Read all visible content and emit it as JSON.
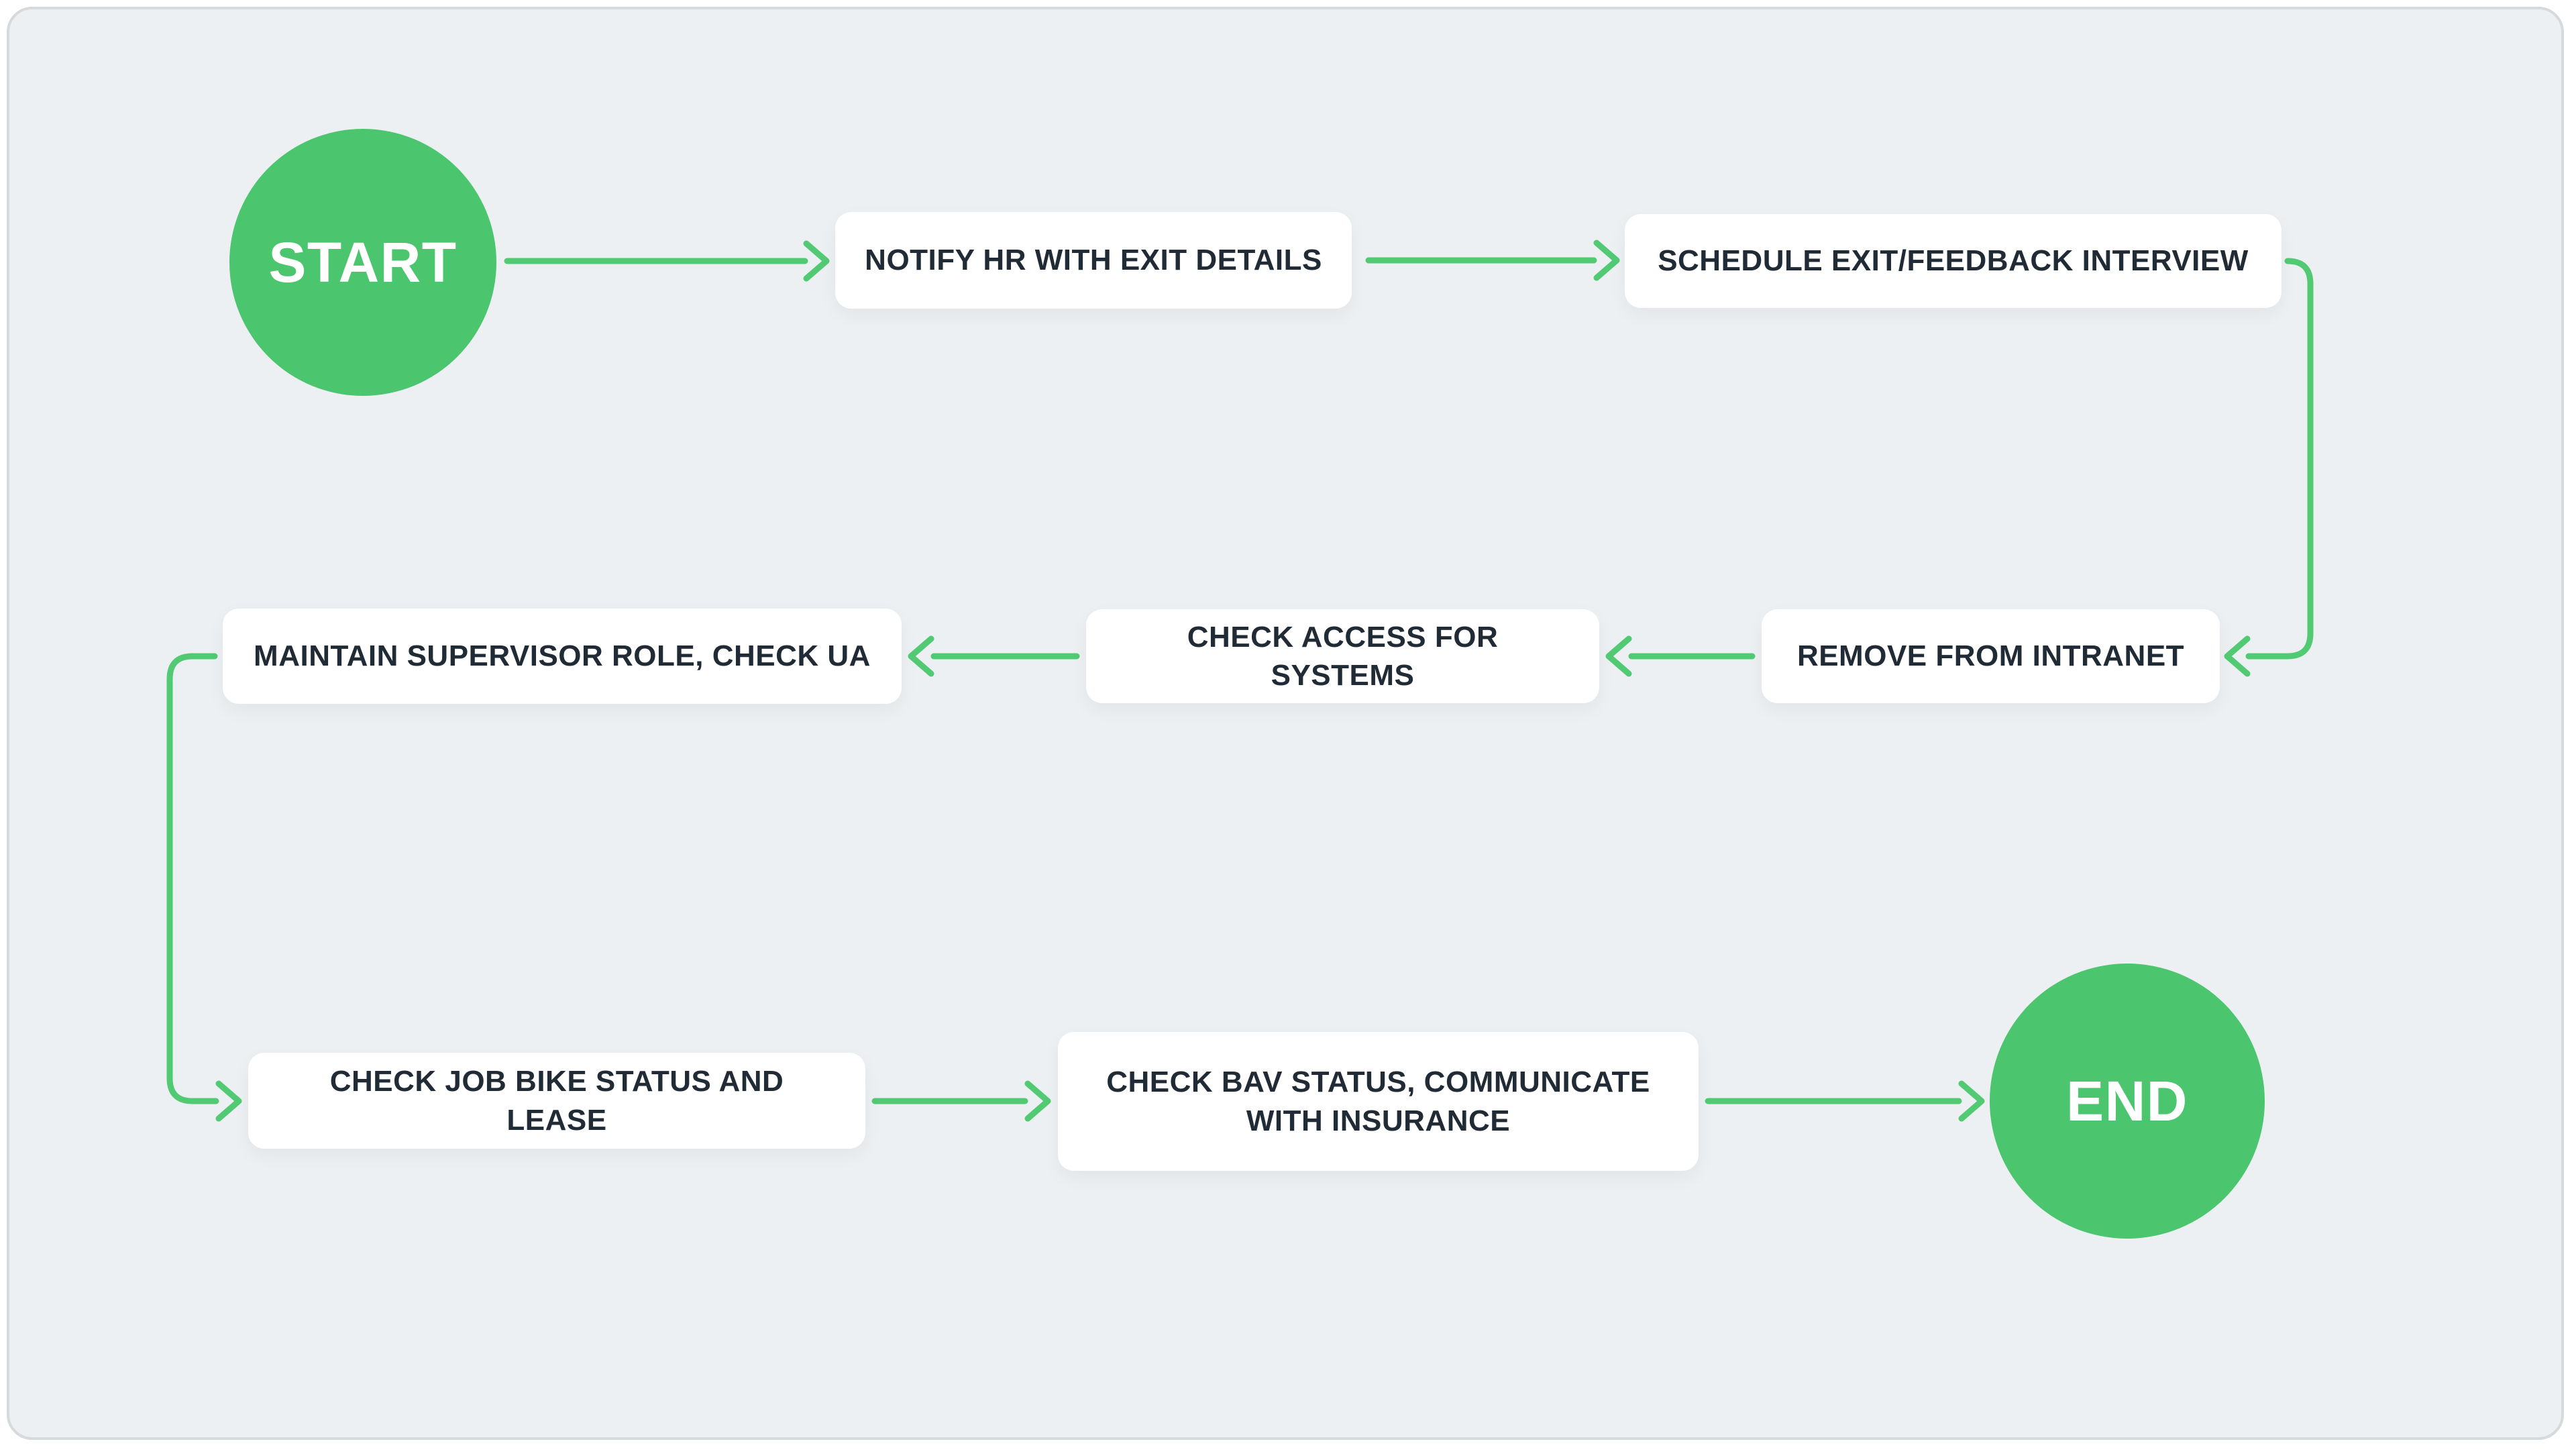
{
  "diagram": {
    "type": "flowchart",
    "start_label": "START",
    "end_label": "END",
    "steps": [
      {
        "id": "notify-hr",
        "label": "NOTIFY HR WITH EXIT DETAILS"
      },
      {
        "id": "schedule-interview",
        "label": "SCHEDULE EXIT/FEEDBACK INTERVIEW"
      },
      {
        "id": "remove-intranet",
        "label": "REMOVE FROM INTRANET"
      },
      {
        "id": "check-access",
        "label": "CHECK ACCESS FOR SYSTEMS"
      },
      {
        "id": "maintain-supervisor",
        "label": "MAINTAIN SUPERVISOR ROLE, CHECK UA"
      },
      {
        "id": "check-job-bike",
        "label": "CHECK JOB BIKE STATUS AND LEASE"
      },
      {
        "id": "check-bav",
        "label": "CHECK BAV STATUS, COMMUNICATE WITH INSURANCE"
      }
    ],
    "flow_order": [
      "START",
      "NOTIFY HR WITH EXIT DETAILS",
      "SCHEDULE EXIT/FEEDBACK INTERVIEW",
      "REMOVE FROM INTRANET",
      "CHECK ACCESS FOR SYSTEMS",
      "MAINTAIN SUPERVISOR ROLE, CHECK UA",
      "CHECK JOB BIKE STATUS AND LEASE",
      "CHECK BAV STATUS, COMMUNICATE WITH INSURANCE",
      "END"
    ],
    "colors": {
      "node_fill": "#4cc56f",
      "connector": "#52ca73",
      "box_fill": "#ffffff",
      "box_text": "#212b36",
      "circle_text": "#ffffff",
      "panel_bg": "#ecf0f2",
      "panel_border": "#d6dadc",
      "page_bg": "#ffffff"
    }
  }
}
